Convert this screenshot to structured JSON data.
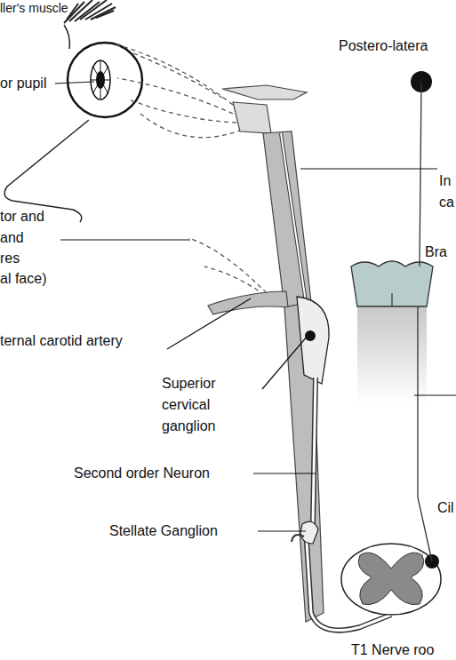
{
  "diagram": {
    "labels": [
      "ller's muscle",
      "or pupil",
      "Postero-latera",
      "In",
      "ca",
      "tor and",
      "and",
      "res",
      "al face)",
      "ternal carotid artery",
      "Superior cervical ganglion",
      "Second order Neuron",
      "Stellate Ganglion",
      "Bra",
      "Cil",
      "T1 Nerve roo"
    ]
  }
}
